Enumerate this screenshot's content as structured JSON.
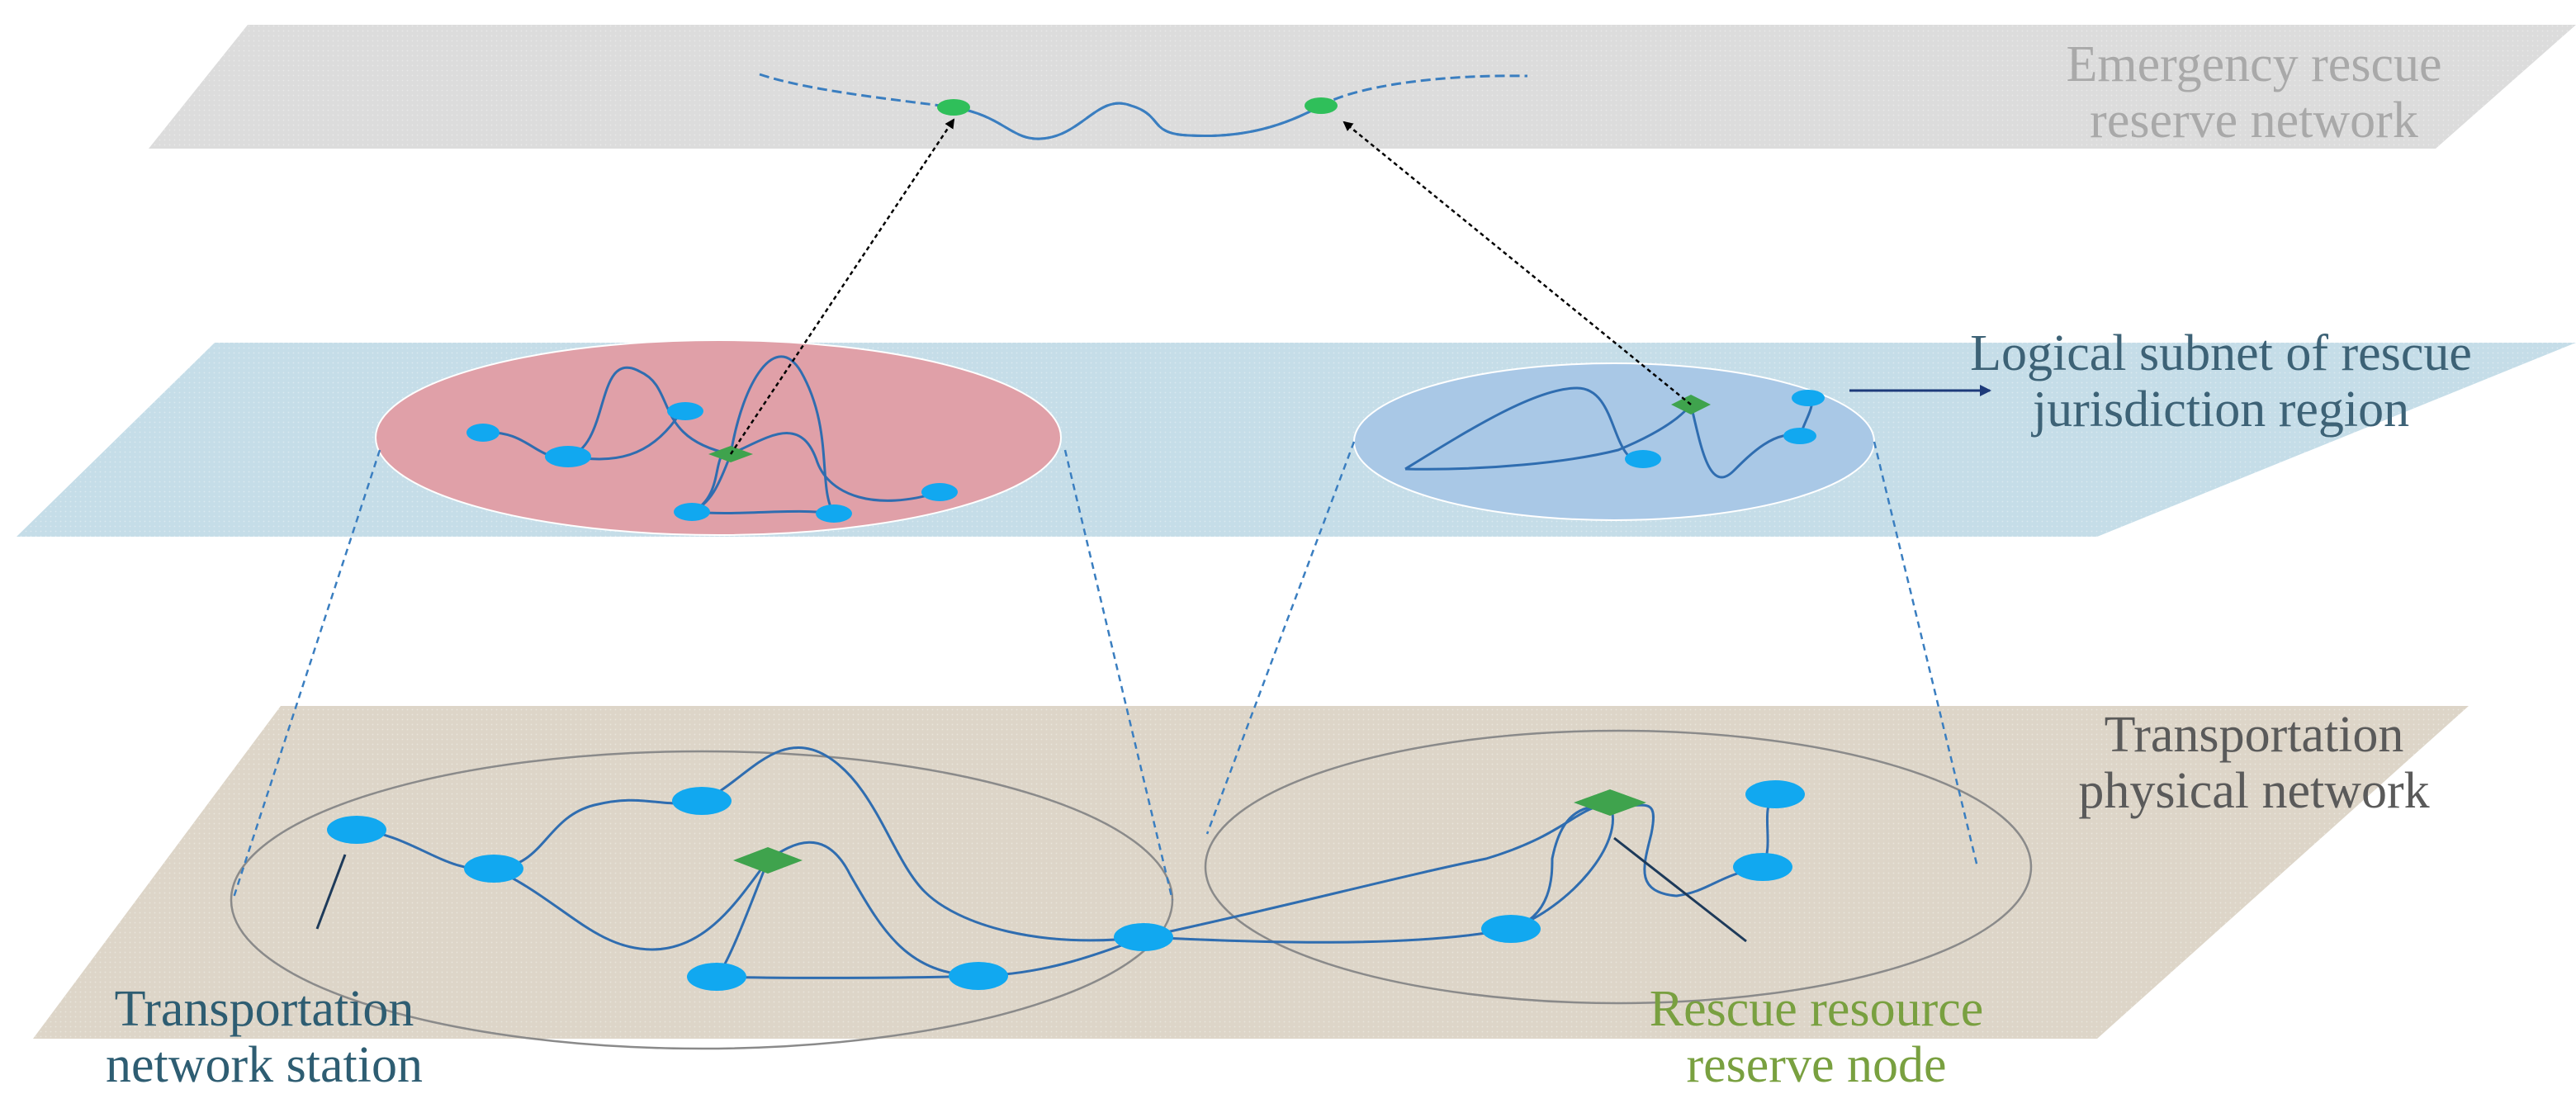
{
  "layers": {
    "top": {
      "label_line1": "Emergency rescue",
      "label_line2": "reserve network",
      "color": "#dcdcdc"
    },
    "middle": {
      "label_line1": "Logical subnet of rescue",
      "label_line2": "jurisdiction region",
      "color": "#c5dde8",
      "regions": [
        {
          "name": "left-region",
          "color": "#e0a0a8"
        },
        {
          "name": "right-region",
          "color": "#a9c8e6"
        }
      ]
    },
    "bottom": {
      "label_line1": "Transportation",
      "label_line2": "physical network",
      "color": "#ddd5c8"
    }
  },
  "legend": {
    "station": {
      "line1": "Transportation",
      "line2": "network station",
      "color": "#11a8f0"
    },
    "rescue_node": {
      "line1": "Rescue resource",
      "line2": "reserve node",
      "color": "#3fa34d"
    }
  }
}
